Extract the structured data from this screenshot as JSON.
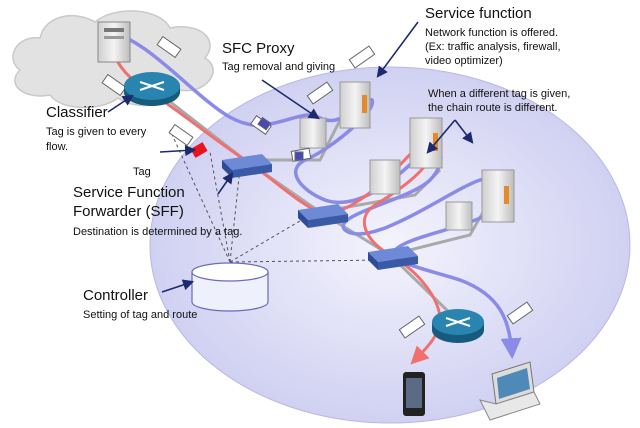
{
  "labels": {
    "service_function": {
      "title": "Service function",
      "lines": [
        "Network function is offered.",
        "(Ex: traffic analysis, firewall,",
        "video optimizer)"
      ]
    },
    "sfc_proxy": {
      "title": "SFC Proxy",
      "desc": "Tag removal and giving"
    },
    "different_tag": {
      "lines": [
        "When a different tag is given,",
        "the chain route is different."
      ]
    },
    "classifier": {
      "title": "Classifier",
      "lines": [
        "Tag is given to every",
        "flow."
      ]
    },
    "tag": {
      "text": "Tag"
    },
    "sff": {
      "title_lines": [
        "Service Function",
        "Forwarder (SFF)"
      ],
      "desc": "Destination is determined by a tag."
    },
    "controller": {
      "title": "Controller",
      "desc": "Setting of tag and route"
    }
  },
  "colors": {
    "red_route": "#f07070",
    "blue_route": "#8a8ae8",
    "router": "#1e6f96",
    "tag_marker": "#e8141e",
    "sff_device": "#3a5aa8",
    "ellipse": "#d5d5f3"
  },
  "icons": [
    "cloud-icon",
    "server-icon",
    "router-icon",
    "switch-icon",
    "database-icon",
    "smartphone-icon",
    "laptop-icon",
    "tag-icon"
  ]
}
